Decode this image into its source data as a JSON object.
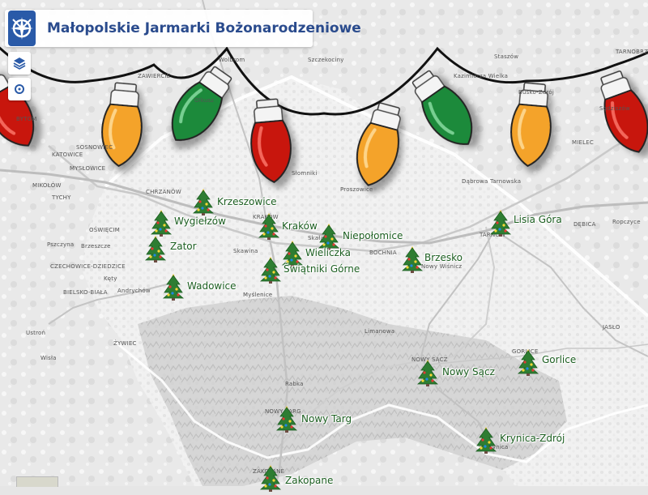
{
  "header": {
    "title": "Małopolskie Jarmarki Bożonarodzeniowe",
    "logo_icon": "compass-star-icon"
  },
  "controls": {
    "layers_icon": "layers-icon",
    "locate_icon": "locate-icon"
  },
  "colors": {
    "title": "#2a4b8d",
    "logo_bg": "#2a5aa8",
    "marker_label": "#1b5e20",
    "bulb_red": "#c8160e",
    "bulb_orange": "#f4a32a",
    "bulb_green": "#1c8a3a"
  },
  "decoration": {
    "bulb_colors": [
      "red",
      "orange",
      "green",
      "red",
      "orange",
      "green",
      "orange",
      "red"
    ]
  },
  "markers": [
    {
      "name": "Krzeszowice",
      "icon": "christmas-tree-icon"
    },
    {
      "name": "Wygiełzów",
      "icon": "christmas-tree-icon"
    },
    {
      "name": "Kraków",
      "icon": "christmas-tree-icon"
    },
    {
      "name": "Niepołomice",
      "icon": "christmas-tree-icon"
    },
    {
      "name": "Zator",
      "icon": "christmas-tree-icon"
    },
    {
      "name": "Wieliczka",
      "icon": "christmas-tree-icon"
    },
    {
      "name": "Brzesko",
      "icon": "christmas-tree-icon"
    },
    {
      "name": "Świątniki Górne",
      "icon": "christmas-tree-icon"
    },
    {
      "name": "Wadowice",
      "icon": "christmas-tree-icon"
    },
    {
      "name": "Lisia Góra",
      "icon": "christmas-tree-icon"
    },
    {
      "name": "Nowy Sącz",
      "icon": "christmas-tree-icon"
    },
    {
      "name": "Gorlice",
      "icon": "christmas-tree-icon"
    },
    {
      "name": "Nowy Targ",
      "icon": "christmas-tree-icon"
    },
    {
      "name": "Krynica-Zdrój",
      "icon": "christmas-tree-icon"
    },
    {
      "name": "Zakopane",
      "icon": "christmas-tree-icon"
    }
  ],
  "basemap_labels": [
    "BYTOM",
    "SOSNOWIEC",
    "KATOWICE",
    "MYSŁOWICE",
    "TYCHY",
    "MIKOŁÓW",
    "CHRZANÓW",
    "OŚWIĘCIM",
    "CZECHOWICE-DZIEDZICE",
    "BIELSKO-BIAŁA",
    "ŻYWIEC",
    "Ustroń",
    "Wisła",
    "KRAKÓW",
    "BOCHNIA",
    "TARNÓW",
    "DĘBICA",
    "MIELEC",
    "JASŁO",
    "GORLICE",
    "NOWY SĄCZ",
    "NOWY TARG",
    "ZAKOPANE",
    "ZAWIERCIE",
    "Dąbrowa Tarnowska",
    "Andrychów",
    "Brzeszcze",
    "Pszczyna",
    "Limanowa",
    "Rabka",
    "Myślenice",
    "Skawina",
    "Kęty",
    "Ropczyce",
    "TARNOBRZEG",
    "Staszów",
    "Sędziszów",
    "Szczekociny",
    "Skała",
    "Kazimierza Wielka",
    "Olkusz",
    "Wolbrom",
    "Busko-Zdrój",
    "Nowy Wiśnicz",
    "Proszowice",
    "Słomniki",
    "Krynica"
  ]
}
